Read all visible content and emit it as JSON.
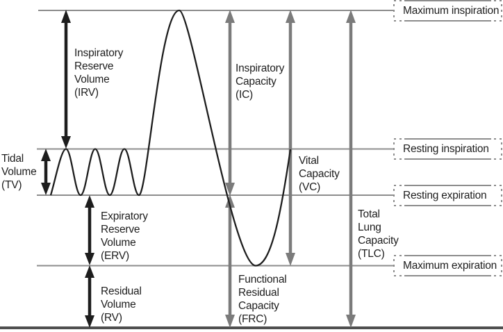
{
  "title": "Lung volumes and capacities spirogram",
  "colors": {
    "background": "#ffffff",
    "ink": "#1d1d1d",
    "level_line": "#8c8c8c",
    "arrow_gray": "#7b7b7b",
    "baseline_line": "#4f4f4f",
    "box_border": "#8c8c8c"
  },
  "volumes": {
    "irv": {
      "label": "Inspiratory\nReserve\nVolume\n(IRV)"
    },
    "tv": {
      "label": "Tidal\nVolume\n(TV)"
    },
    "erv": {
      "label": "Expiratory\nReserve\nVolume\n(ERV)"
    },
    "rv": {
      "label": "Residual\nVolume\n(RV)"
    }
  },
  "capacities": {
    "ic": {
      "label": "Inspiratory\nCapacity\n(IC)"
    },
    "vc": {
      "label": "Vital\nCapacity\n(VC)"
    },
    "frc": {
      "label": "Functional\nResidual\nCapacity\n(FRC)"
    },
    "tlc": {
      "label": "Total\nLung\nCapacity\n(TLC)"
    }
  },
  "levels": {
    "max_inspiration": {
      "label": "Maximum inspiration"
    },
    "resting_inspiration": {
      "label": "Resting inspiration"
    },
    "resting_expiration": {
      "label": "Resting expiration"
    },
    "max_expiration": {
      "label": "Maximum expiration"
    }
  }
}
